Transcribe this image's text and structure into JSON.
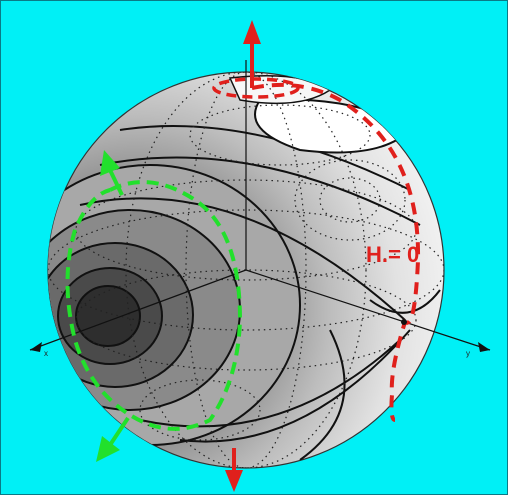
{
  "figure": {
    "annotation": "H.= 0",
    "axis_labels": {
      "x": "x",
      "y": "y"
    },
    "colors": {
      "background": "#00f0f6",
      "sphere_light": "#f3f3f3",
      "sphere_dark": "#2e2e2e",
      "red_curve": "#e0201c",
      "green_curve": "#22e02c",
      "contour": "#111111"
    }
  }
}
